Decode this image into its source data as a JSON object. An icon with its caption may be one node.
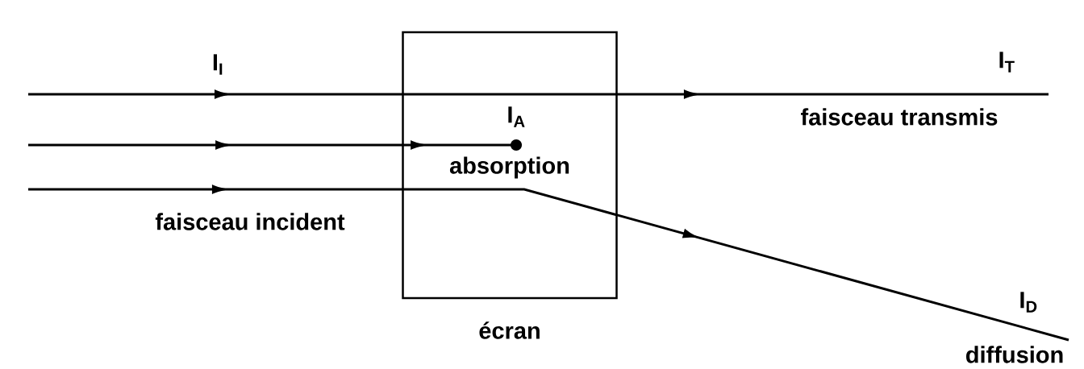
{
  "diagram": {
    "nodes": [
      {
        "text": [
          "écran"
        ]
      }
    ],
    "labels": [
      "I$_{I}$",
      "I$_{T}$",
      "I$_{A}$",
      "faisceau transmis",
      "absorption",
      "faisceau incident",
      "I$_{D}$",
      "diffusion"
    ]
  }
}
